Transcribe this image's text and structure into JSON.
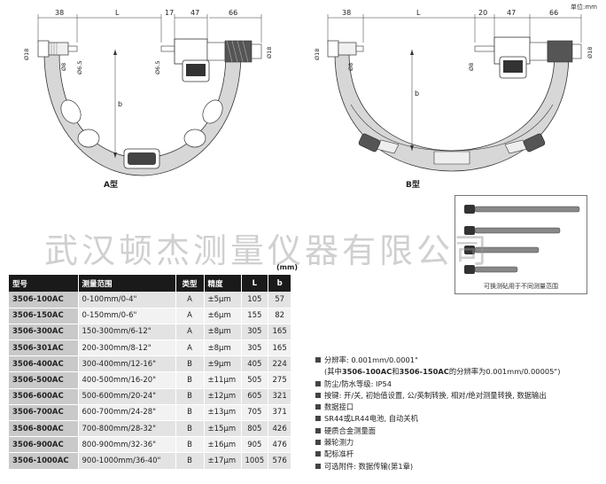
{
  "unit_note": "单位:mm",
  "drawing_a": {
    "label": "A型",
    "dims": {
      "d38": "38",
      "L": "L",
      "d17": "17",
      "d47": "47",
      "d66": "66",
      "b": "b",
      "phi18_left": "Ø18",
      "phi8": "Ø8",
      "phi65_a": "Ø6.5",
      "phi65_b": "Ø6.5",
      "phi18_right": "Ø18"
    }
  },
  "drawing_b": {
    "label": "B型",
    "dims": {
      "d38": "38",
      "L": "L",
      "d20": "20",
      "d47": "47",
      "d66": "66",
      "b": "b",
      "phi18_left": "Ø18",
      "phi8_a": "Ø8",
      "phi8_b": "Ø8",
      "phi18_right": "Ø18"
    }
  },
  "accessory": {
    "caption": "可换测砧用于不同测量范围"
  },
  "watermark": "武汉顿杰测量仪器有限公司",
  "table": {
    "unit": "(mm)",
    "headers": [
      "型号",
      "测量范围",
      "类型",
      "精度",
      "L",
      "b"
    ],
    "rows": [
      [
        "3506-100AC",
        "0-100mm/0-4\"",
        "A",
        "±5μm",
        "105",
        "57"
      ],
      [
        "3506-150AC",
        "0-150mm/0-6\"",
        "A",
        "±6μm",
        "155",
        "82"
      ],
      [
        "3506-300AC",
        "150-300mm/6-12\"",
        "A",
        "±8μm",
        "305",
        "165"
      ],
      [
        "3506-301AC",
        "200-300mm/8-12\"",
        "A",
        "±8μm",
        "305",
        "165"
      ],
      [
        "3506-400AC",
        "300-400mm/12-16\"",
        "B",
        "±9μm",
        "405",
        "224"
      ],
      [
        "3506-500AC",
        "400-500mm/16-20\"",
        "B",
        "±11μm",
        "505",
        "275"
      ],
      [
        "3506-600AC",
        "500-600mm/20-24\"",
        "B",
        "±12μm",
        "605",
        "321"
      ],
      [
        "3506-700AC",
        "600-700mm/24-28\"",
        "B",
        "±13μm",
        "705",
        "371"
      ],
      [
        "3506-800AC",
        "700-800mm/28-32\"",
        "B",
        "±15μm",
        "805",
        "426"
      ],
      [
        "3506-900AC",
        "800-900mm/32-36\"",
        "B",
        "±16μm",
        "905",
        "476"
      ],
      [
        "3506-1000AC",
        "900-1000mm/36-40\"",
        "B",
        "±17μm",
        "1005",
        "576"
      ]
    ]
  },
  "features": {
    "resolution": "分辨率: 0.001mm/0.0001\"",
    "resolution_note_pre": "(其中",
    "resolution_note_m1": "3506-100AC",
    "resolution_note_and": "和",
    "resolution_note_m2": "3506-150AC",
    "resolution_note_post": "的分辨率为0.001mm/0.00005\")",
    "items": [
      "防尘/防水等级: IP54",
      "按键: 开/关, 初始值设置, 公/英制转换, 相对/绝对测量转换, 数据输出",
      "数据接口",
      "SR44或LR44电池, 自动关机",
      "硬质合金测量面",
      "棘轮测力",
      "配标准杆",
      "可选附件: 数据传输(第1章)"
    ]
  }
}
